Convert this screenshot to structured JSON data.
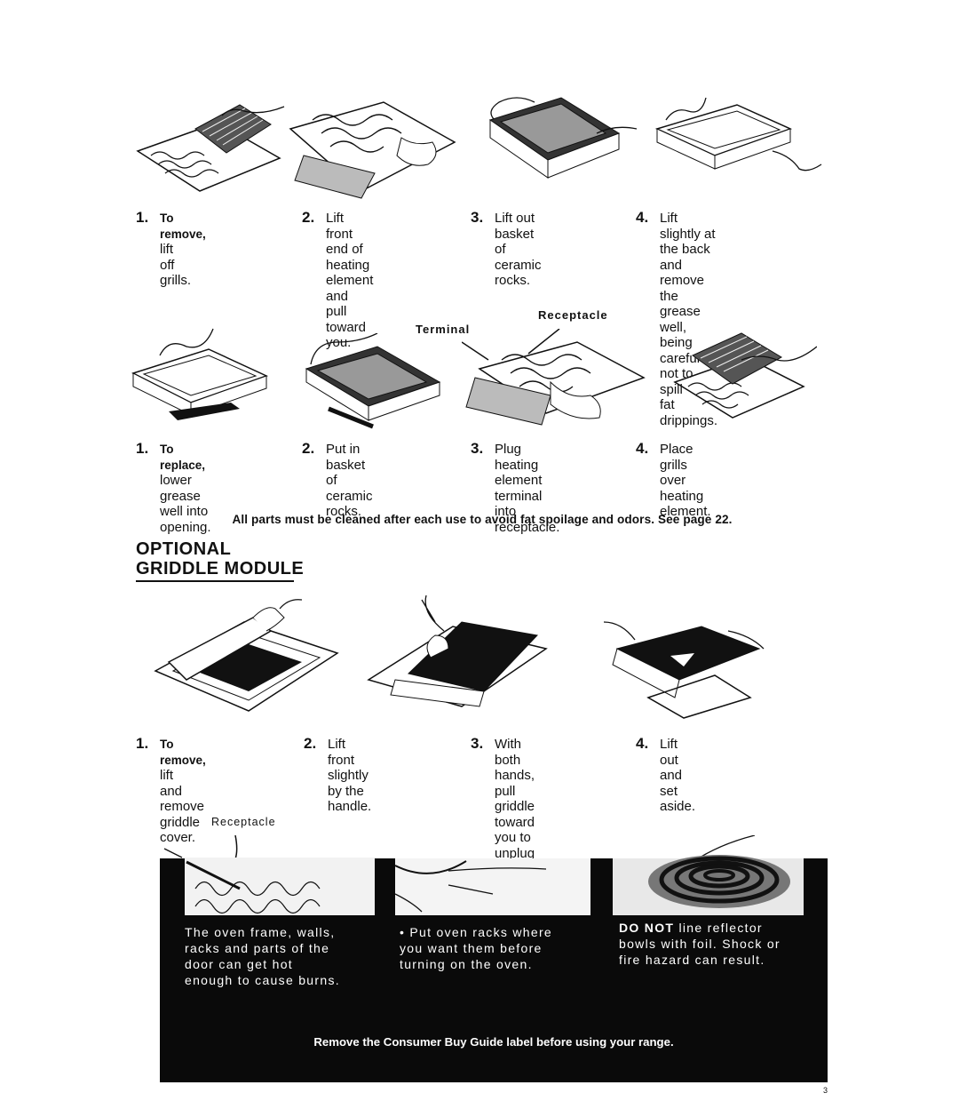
{
  "remove_grill": {
    "steps": [
      {
        "num": "1.",
        "lead": "To remove,",
        "text": " lift\noff grills."
      },
      {
        "num": "2.",
        "lead": "",
        "text": "Lift front end of\nheating\nelement and\npull toward you."
      },
      {
        "num": "3.",
        "lead": "",
        "text": "Lift out basket\nof ceramic\nrocks."
      },
      {
        "num": "4.",
        "lead": "",
        "text": "Lift slightly at\nthe back and\nremove the\ngrease well,\nbeing careful\nnot to spill\nfat drippings."
      }
    ]
  },
  "replace_grill": {
    "callouts": {
      "terminal": "Terminal",
      "receptacle": "Receptacle"
    },
    "steps": [
      {
        "num": "1.",
        "lead": "To replace,",
        "text": "\nlower grease\nwell into\nopening."
      },
      {
        "num": "2.",
        "lead": "",
        "text": "Put in basket\nof ceramic\nrocks."
      },
      {
        "num": "3.",
        "lead": "",
        "text": "Plug heating\nelement\nterminal into\nreceptacle."
      },
      {
        "num": "4.",
        "lead": "",
        "text": "Place grills\nover heating\nelement."
      }
    ]
  },
  "notice": "All parts must be cleaned after each use to avoid fat spoilage and odors. See page 22.",
  "heading": {
    "line1": "OPTIONAL",
    "line2": "GRIDDLE MODULE"
  },
  "griddle": {
    "steps": [
      {
        "num": "1.",
        "lead": "To remove,",
        "text": " lift\nand remove\ngriddle cover."
      },
      {
        "num": "2.",
        "lead": "",
        "text": "Lift front slightly\nby the handle."
      },
      {
        "num": "3.",
        "lead": "",
        "text": "With both\nhands, pull\ngriddle toward\nyou to unplug it."
      },
      {
        "num": "4.",
        "lead": "",
        "text": "Lift out and set\naside."
      }
    ],
    "callout": "Receptacle"
  },
  "warnings": {
    "col1": "The oven frame, walls,\nracks and parts of the\ndoor can get hot\nenough to cause burns.",
    "col2": "• Put oven racks where\n  you want them before\n  turning on the oven.",
    "col3_bold": "DO NOT",
    "col3": " line reflector\nbowls with foil. Shock or\nfire hazard can result.",
    "footer": "Remove the Consumer Buy Guide label before using your range."
  },
  "page_number": "3"
}
